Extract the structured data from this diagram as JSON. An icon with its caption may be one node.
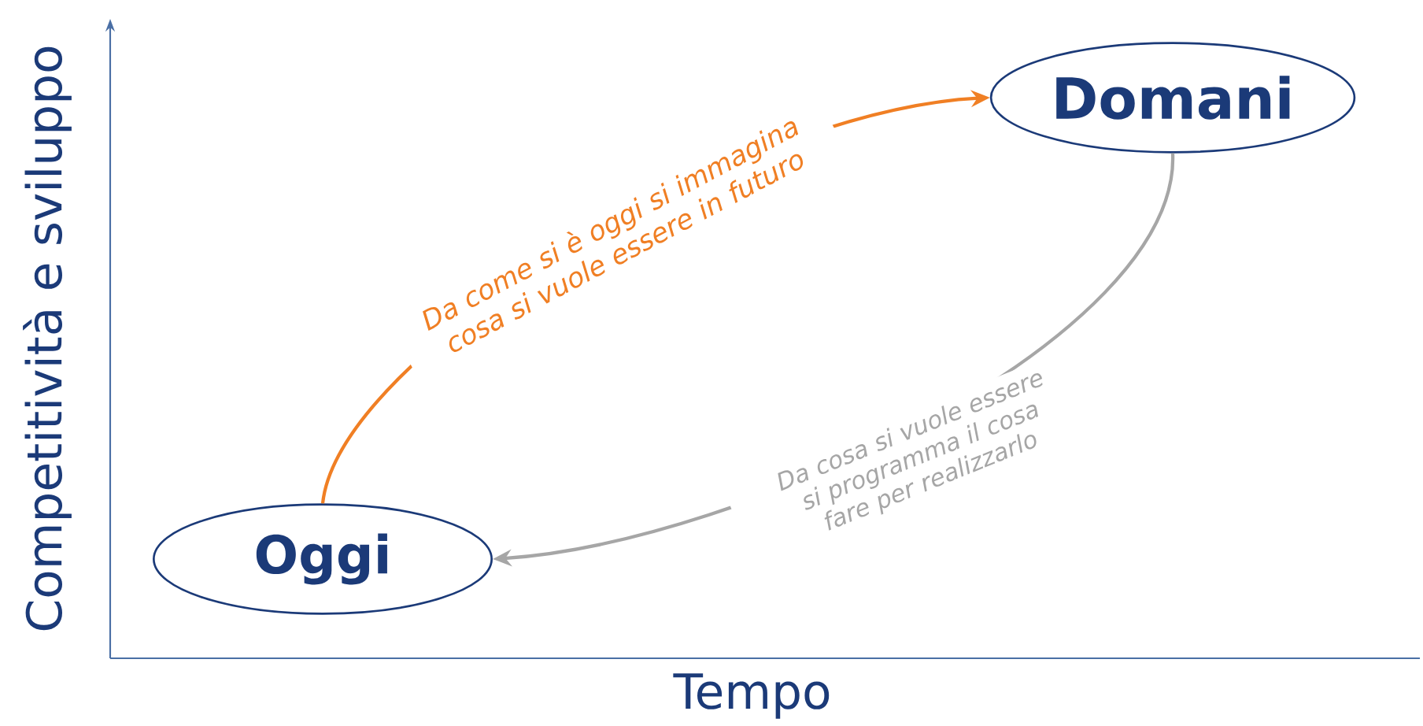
{
  "diagram": {
    "nodes": [
      {
        "text": [
          "Oggi"
        ]
      },
      {
        "text": [
          "Domani"
        ]
      }
    ],
    "edges": [
      {
        "from": 0,
        "to": 1,
        "arrow": "to",
        "label": "Da come si è oggi si immagina cosa si vuole essere in futuro",
        "color": "#f07f24"
      },
      {
        "from": 1,
        "to": 0,
        "arrow": "to",
        "label": "Da cosa si vuole essere si programma il cosa fare per realizzarlo",
        "color": "#a6a6a6"
      }
    ],
    "labels": [
      "Competitività e sviluppo",
      "Tempo"
    ]
  }
}
